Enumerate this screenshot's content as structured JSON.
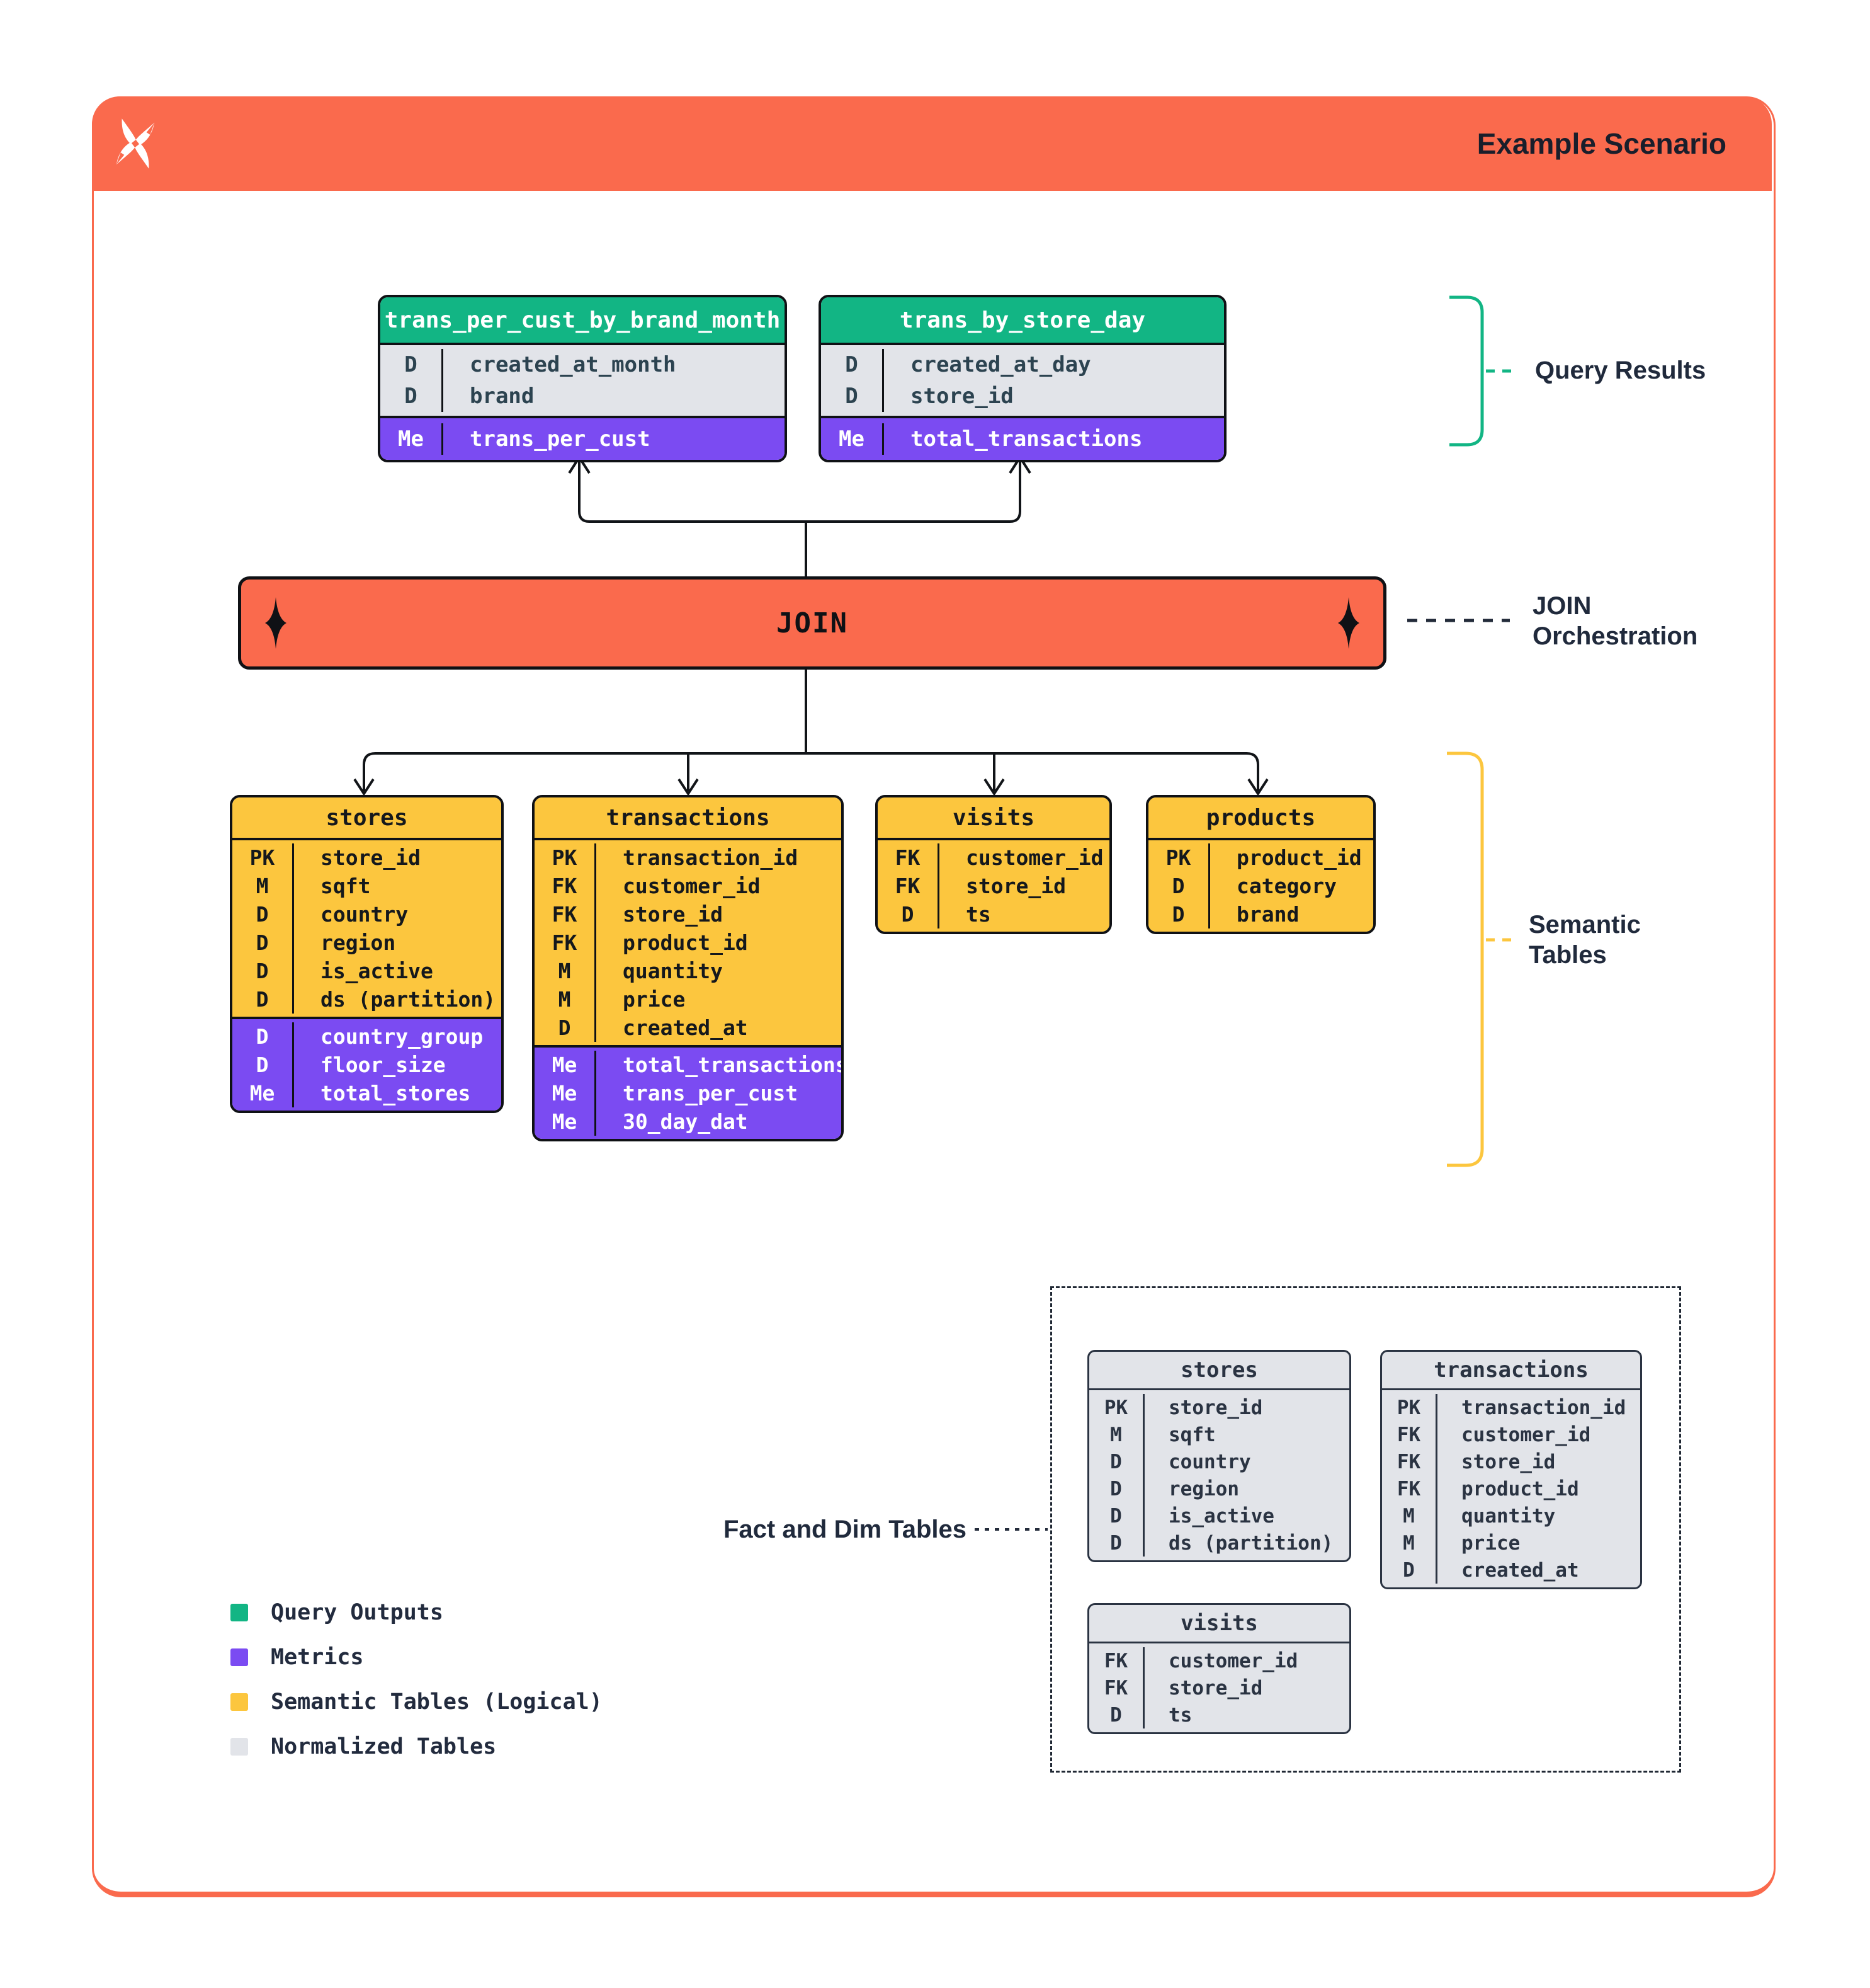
{
  "header": {
    "title": "Example Scenario"
  },
  "colors": {
    "orange": "#FA6A4D",
    "green": "#12B584",
    "purple": "#7B4BF2",
    "yellow": "#FCC63E",
    "gray": "#E2E4E9",
    "navy": "#202A3C"
  },
  "query_results": {
    "annotation": "Query Results",
    "tables": [
      {
        "name": "trans_per_cust_by_brand_month",
        "columns": [
          {
            "key": "D",
            "field": "created_at_month"
          },
          {
            "key": "D",
            "field": "brand"
          }
        ],
        "metrics": [
          {
            "key": "Me",
            "field": "trans_per_cust"
          }
        ]
      },
      {
        "name": "trans_by_store_day",
        "columns": [
          {
            "key": "D",
            "field": "created_at_day"
          },
          {
            "key": "D",
            "field": "store_id"
          }
        ],
        "metrics": [
          {
            "key": "Me",
            "field": "total_transactions"
          }
        ]
      }
    ]
  },
  "join": {
    "label": "JOIN",
    "annotation_line1": "JOIN",
    "annotation_line2": "Orchestration"
  },
  "semantic": {
    "annotation_line1": "Semantic",
    "annotation_line2": "Tables",
    "tables": [
      {
        "name": "stores",
        "columns": [
          {
            "key": "PK",
            "field": "store_id"
          },
          {
            "key": "M",
            "field": "sqft"
          },
          {
            "key": "D",
            "field": "country"
          },
          {
            "key": "D",
            "field": "region"
          },
          {
            "key": "D",
            "field": "is_active"
          },
          {
            "key": "D",
            "field": "ds (partition)"
          }
        ],
        "metrics": [
          {
            "key": "D",
            "field": "country_group"
          },
          {
            "key": "D",
            "field": "floor_size"
          },
          {
            "key": "Me",
            "field": "total_stores"
          }
        ]
      },
      {
        "name": "transactions",
        "columns": [
          {
            "key": "PK",
            "field": "transaction_id"
          },
          {
            "key": "FK",
            "field": "customer_id"
          },
          {
            "key": "FK",
            "field": "store_id"
          },
          {
            "key": "FK",
            "field": "product_id"
          },
          {
            "key": "M",
            "field": "quantity"
          },
          {
            "key": "M",
            "field": "price"
          },
          {
            "key": "D",
            "field": "created_at"
          }
        ],
        "metrics": [
          {
            "key": "Me",
            "field": "total_transactions"
          },
          {
            "key": "Me",
            "field": "trans_per_cust"
          },
          {
            "key": "Me",
            "field": "30_day_dat"
          }
        ]
      },
      {
        "name": "visits",
        "columns": [
          {
            "key": "FK",
            "field": "customer_id"
          },
          {
            "key": "FK",
            "field": "store_id"
          },
          {
            "key": "D",
            "field": "ts"
          }
        ],
        "metrics": []
      },
      {
        "name": "products",
        "columns": [
          {
            "key": "PK",
            "field": "product_id"
          },
          {
            "key": "D",
            "field": "category"
          },
          {
            "key": "D",
            "field": "brand"
          }
        ],
        "metrics": []
      }
    ]
  },
  "normalized": {
    "annotation": "Fact and Dim Tables",
    "tables": [
      {
        "name": "stores",
        "columns": [
          {
            "key": "PK",
            "field": "store_id"
          },
          {
            "key": "M",
            "field": "sqft"
          },
          {
            "key": "D",
            "field": "country"
          },
          {
            "key": "D",
            "field": "region"
          },
          {
            "key": "D",
            "field": "is_active"
          },
          {
            "key": "D",
            "field": "ds (partition)"
          }
        ]
      },
      {
        "name": "transactions",
        "columns": [
          {
            "key": "PK",
            "field": "transaction_id"
          },
          {
            "key": "FK",
            "field": "customer_id"
          },
          {
            "key": "FK",
            "field": "store_id"
          },
          {
            "key": "FK",
            "field": "product_id"
          },
          {
            "key": "M",
            "field": "quantity"
          },
          {
            "key": "M",
            "field": "price"
          },
          {
            "key": "D",
            "field": "created_at"
          }
        ]
      },
      {
        "name": "visits",
        "columns": [
          {
            "key": "FK",
            "field": "customer_id"
          },
          {
            "key": "FK",
            "field": "store_id"
          },
          {
            "key": "D",
            "field": "ts"
          }
        ]
      }
    ]
  },
  "legend": {
    "items": [
      {
        "label": "Query Outputs",
        "color": "#12B584"
      },
      {
        "label": "Metrics",
        "color": "#7B4BF2"
      },
      {
        "label": "Semantic Tables (Logical)",
        "color": "#FCC63E"
      },
      {
        "label": "Normalized Tables",
        "color": "#E2E4E9"
      }
    ]
  }
}
